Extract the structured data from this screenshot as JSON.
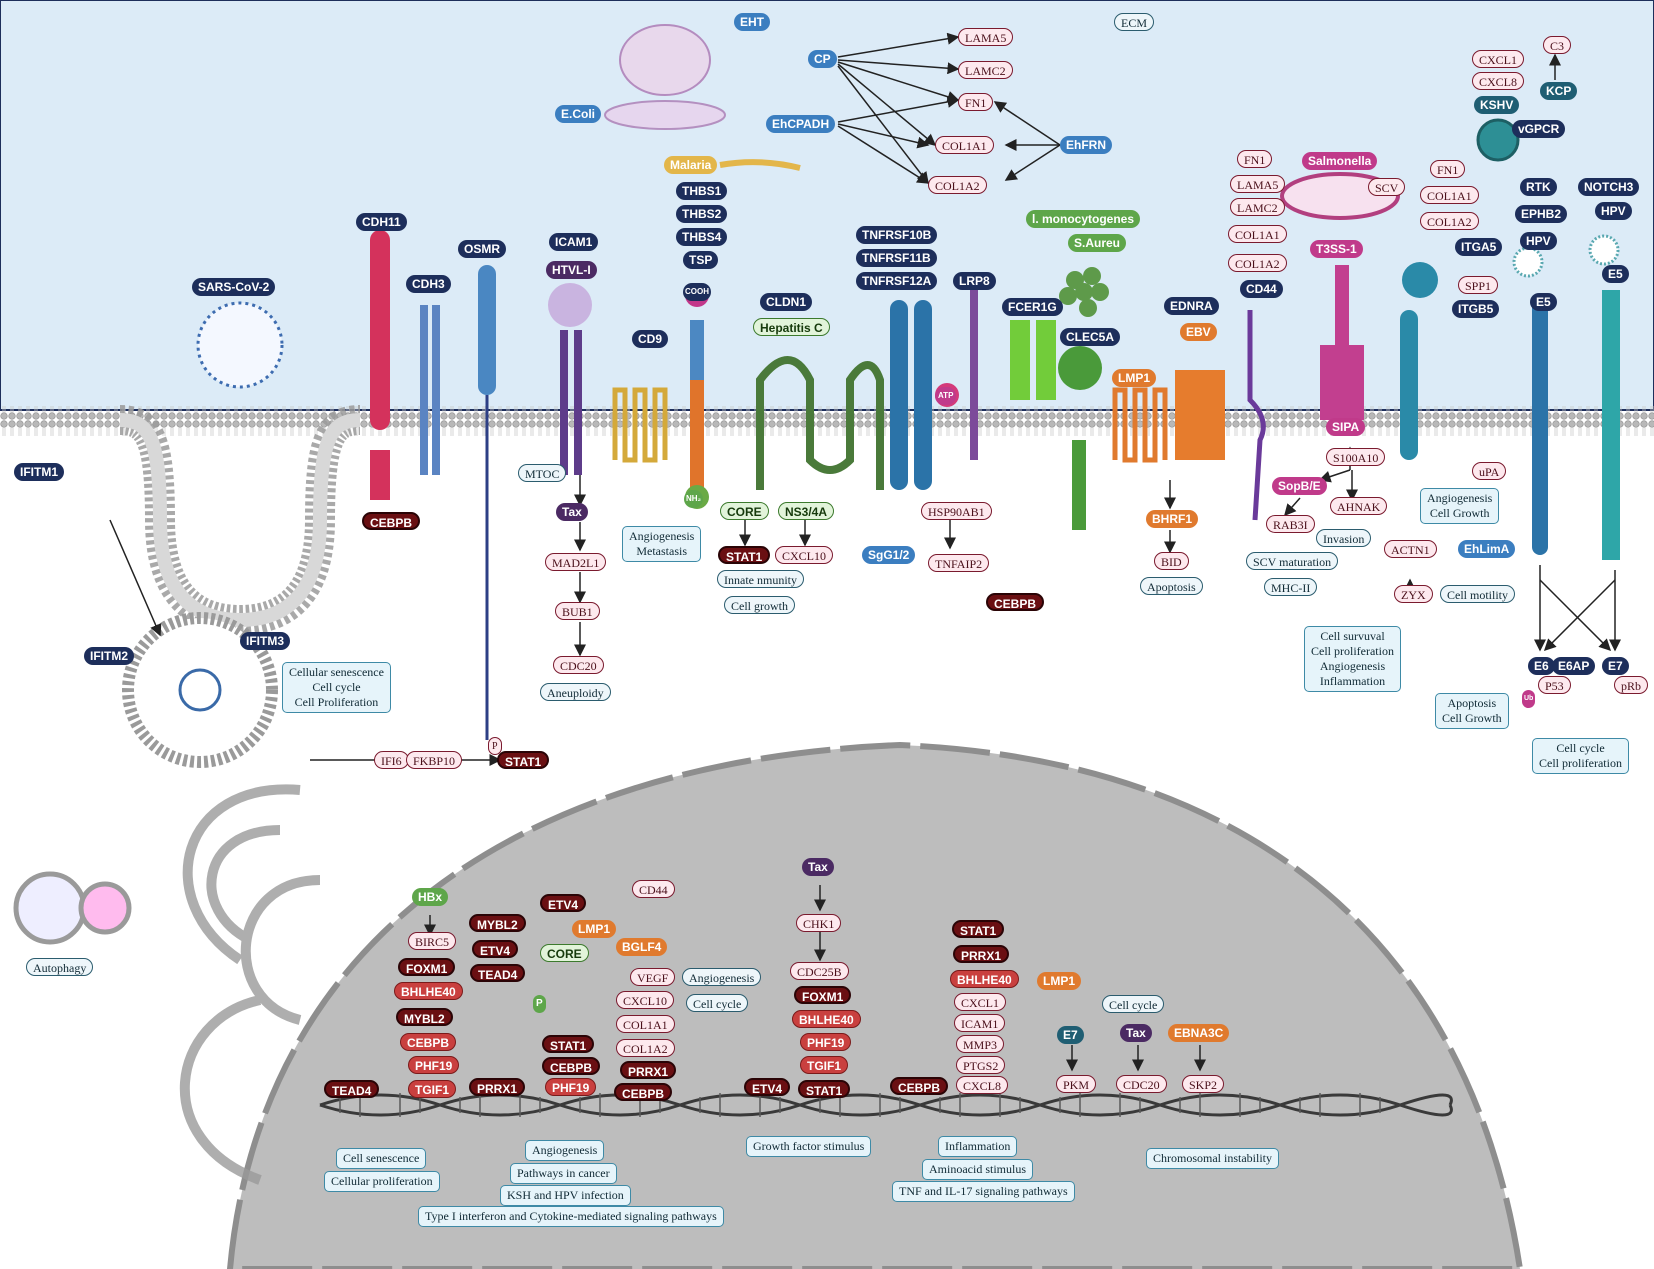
{
  "labels": {
    "eht": "EHT",
    "ecm": "ECM",
    "cp": "CP",
    "lama5_top": "LAMA5",
    "lamc2_top": "LAMC2",
    "fn1_top": "FN1",
    "col1a1_top": "COL1A1",
    "col1a2_top": "COL1A2",
    "ecoli": "E.Coli",
    "ehcpadh": "EhCPADH",
    "ehfrn": "EhFRN",
    "malaria": "Malaria",
    "thbs1": "THBS1",
    "thbs2": "THBS2",
    "thbs4": "THBS4",
    "tsp": "TSP",
    "cdh11": "CDH11",
    "cdh3": "CDH3",
    "osmr": "OSMR",
    "sars": "SARS-CoV-2",
    "icam1": "ICAM1",
    "htvl": "HTVL-I",
    "cd9": "CD9",
    "cldn1": "CLDN1",
    "hepc": "Hepatitis C",
    "tnfrsf10b": "TNFRSF10B",
    "tnfrsf11b": "TNFRSF11B",
    "tnfrsf12a": "TNFRSF12A",
    "lrp8": "LRP8",
    "lmono": "l. monocytogenes",
    "saureu": "S.Aureu",
    "fcer1g": "FCER1G",
    "clec5a": "CLEC5A",
    "ednra": "EDNRA",
    "ebv": "EBV",
    "lmp1_mem": "LMP1",
    "fn1_r": "FN1",
    "lama5_r": "LAMA5",
    "lamc2_r": "LAMC2",
    "col1a1_r": "COL1A1",
    "col1a2_r": "COL1A2",
    "cd44_mem": "CD44",
    "salmonella": "Salmonella",
    "scv": "SCV",
    "t3ss": "T3SS-1",
    "fn1_r2": "FN1",
    "col1a1_r2": "COL1A1",
    "col1a2_r2": "COL1A2",
    "itga5": "ITGA5",
    "spp1": "SPP1",
    "itgb5": "ITGB5",
    "cxcl1_top": "CXCL1",
    "cxcl8_top": "CXCL8",
    "kshv": "KSHV",
    "vgpcr": "vGPCR",
    "c3": "C3",
    "kcp": "KCP",
    "rtk": "RTK",
    "ephb2": "EPHB2",
    "hpv1": "HPV",
    "notch3": "NOTCH3",
    "hpv2": "HPV",
    "e5a": "E5",
    "e5b": "E5",
    "ifitm1": "IFITM1",
    "cebpb_a": "CEBPB",
    "mtoc": "MTOC",
    "tax_a": "Tax",
    "mad2l1": "MAD2L1",
    "bub1": "BUB1",
    "cdc20_a": "CDC20",
    "aneuploidy": "Aneuploidy",
    "nh2": "NH₂",
    "cooh": "COOH",
    "core_a": "CORE",
    "ns34a": "NS3/4A",
    "stat1_a": "STAT1",
    "cxcl10_a": "CXCL10",
    "sgg12": "SgG1/2",
    "innate": "Innate nmunity",
    "cellgrowth_a": "Cell growth",
    "hsp90ab1": "HSP90AB1",
    "tnfaip2": "TNFAIP2",
    "cebpb_b": "CEBPB",
    "atp": "ATP",
    "bhrf1": "BHRF1",
    "bid": "BID",
    "apoptosis_a": "Apoptosis",
    "sipa": "SIPA",
    "s100a10": "S100A10",
    "sopbe": "SopB/E",
    "rab3i": "RAB3I",
    "ahnak": "AHNAK",
    "invasion": "Invasion",
    "scvmat": "SCV maturation",
    "mhc2": "MHC-II",
    "upa": "uPA",
    "actn1": "ACTN1",
    "ehlima": "EhLimA",
    "zyx": "ZYX",
    "cellmotility": "Cell motility",
    "e6": "E6",
    "e6ap": "E6AP",
    "e7": "E7",
    "p53": "P53",
    "prb": "pRb",
    "ub": "Ub",
    "ifitm2": "IFITM2",
    "ifitm3": "IFITM3",
    "ifi6": "IFI6",
    "fkbp10": "FKBP10",
    "p_a": "P",
    "stat1_b": "STAT1",
    "autophagy": "Autophagy",
    "hbx": "HBx",
    "birc5": "BIRC5",
    "foxm1_a": "FOXM1",
    "bhlhe40_a": "BHLHE40",
    "mybl2_a": "MYBL2",
    "cebpb_c": "CEBPB",
    "phf19_a": "PHF19",
    "tgif1_a": "TGIF1",
    "tead4_a": "TEAD4",
    "mybl2_b": "MYBL2",
    "etv4_a": "ETV4",
    "etv4_b": "ETV4",
    "tead4_b": "TEAD4",
    "cd44_n": "CD44",
    "lmp1_n": "LMP1",
    "bglf4": "BGLF4",
    "core_b": "CORE",
    "p_green": "P",
    "vegf": "VEGF",
    "cxcl10_b": "CXCL10",
    "col1a1_n": "COL1A1",
    "col1a2_n": "COL1A2",
    "prrx1_a": "PRRX1",
    "cebpb_d": "CEBPB",
    "stat1_c": "STAT1",
    "cebpb_e": "CEBPB",
    "phf19_b": "PHF19",
    "prrx1_b": "PRRX1",
    "tax_b": "Tax",
    "chk1": "CHK1",
    "cdc25b": "CDC25B",
    "foxm1_b": "FOXM1",
    "bhlhe40_b": "BHLHE40",
    "phf19_c": "PHF19",
    "tgif1_b": "TGIF1",
    "stat1_d": "STAT1",
    "etv4_c": "ETV4",
    "stat1_e": "STAT1",
    "prrx1_c": "PRRX1",
    "bhlhe40_c": "BHLHE40",
    "cxcl1_n": "CXCL1",
    "icam1_n": "ICAM1",
    "mmp3": "MMP3",
    "ptgs2": "PTGS2",
    "cxcl8_n": "CXCL8",
    "cebpb_f": "CEBPB",
    "lmp1_n2": "LMP1",
    "e7_n": "E7",
    "pkm": "PKM",
    "tax_c": "Tax",
    "cdc20_b": "CDC20",
    "ebna3c": "EBNA3C",
    "skp2": "SKP2",
    "angiogenesis_n": "Angiogenesis",
    "cellcycle_n": "Cell cycle",
    "cellcycle_n2": "Cell cycle"
  },
  "boxes": {
    "angio_meta": [
      "Angiogenesis",
      "Metastasis"
    ],
    "senescence": [
      "Cellular senescence",
      "Cell cycle",
      "Cell Proliferation"
    ],
    "angio_growth": [
      "Angiogenesis",
      "Cell Growth"
    ],
    "survival": [
      "Cell survuval",
      "Cell proliferation",
      "Angiogenesis",
      "Inflammation"
    ],
    "apop_growth": [
      "Apoptosis",
      "Cell Growth"
    ],
    "cycle_prolif": [
      "Cell cycle",
      "Cell proliferation"
    ],
    "cell_sen": [
      "Cell senescence"
    ],
    "cell_prolif": [
      "Cellular proliferation"
    ],
    "angio_b": [
      "Angiogenesis"
    ],
    "pathways": [
      "Pathways in cancer"
    ],
    "kshhpv": [
      "KSH and HPV infection"
    ],
    "type1": [
      "Type I interferon and Cytokine-mediated signaling pathways"
    ],
    "growthfactor": [
      "Growth factor stimulus"
    ],
    "inflam": [
      "Inflammation"
    ],
    "aminoacid": [
      "Aminoacid stimulus"
    ],
    "tnf": [
      "TNF and IL-17 signaling pathways"
    ],
    "chrom": [
      "Chromosomal instability"
    ]
  },
  "colors": {
    "ecm": "#dcebf7",
    "nucleus": "#bdbdbd",
    "membrane": "#9e9e9e",
    "arrow": "#222222"
  }
}
